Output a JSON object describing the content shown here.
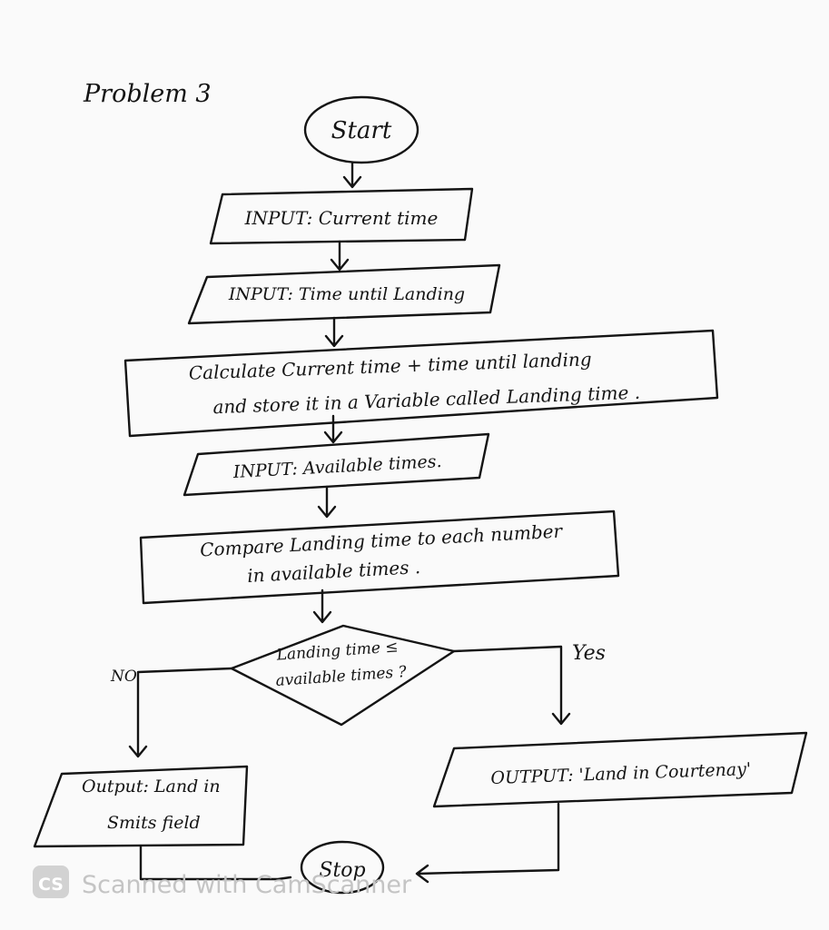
{
  "problem_title": "Problem 3",
  "nodes": {
    "start": "Start",
    "input_current_time": "INPUT: Current time",
    "input_time_until_landing": "INPUT: Time until Landing",
    "calculate_line1": "Calculate Current time + time until landing",
    "calculate_line2": "and store it in a Variable called Landing time .",
    "input_available_times": "INPUT: Available times.",
    "compare_line1": "Compare Landing time to each number",
    "compare_line2": "in available times .",
    "decision_line1": "Landing time ≤",
    "decision_line2": "available times ?",
    "output_no_line1": "Output: Land in",
    "output_no_line2": "Smits field",
    "output_yes": "OUTPUT: 'Land in Courtenay'",
    "stop": "Stop"
  },
  "branch_labels": {
    "no": "NO",
    "yes": "Yes"
  },
  "watermark": {
    "badge": "CS",
    "text": "Scanned with CamScanner"
  }
}
